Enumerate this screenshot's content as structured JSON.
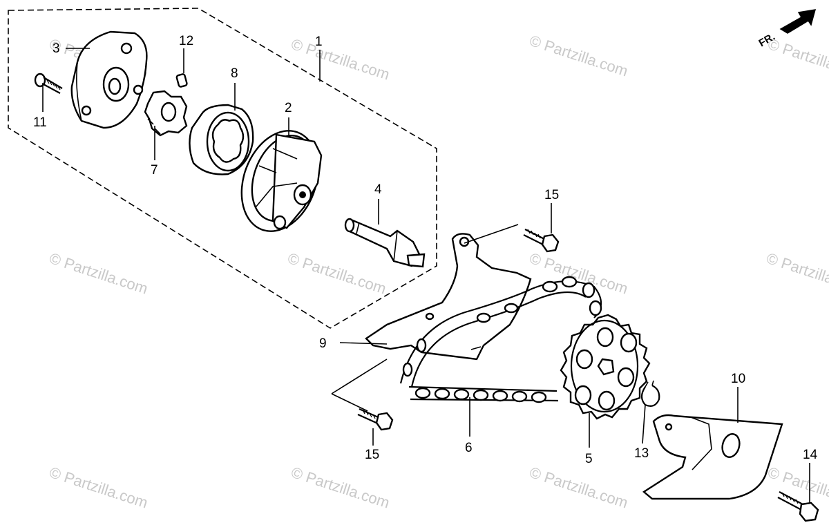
{
  "watermarks": [
    "© Partzilla.com",
    "© Partzilla.com",
    "© Partzilla.com",
    "© Partzilla.com",
    "© Partzilla.com",
    "© Partzilla.com",
    "© Partzilla.com",
    "© Partzilla.com",
    "© Partzilla.com",
    "© Partzilla.com",
    "© Partzilla.com",
    "© Partzilla.com"
  ],
  "direction_indicator": {
    "label": "FR.",
    "icon": "front-direction-arrow-icon"
  },
  "callouts": {
    "c1": "1",
    "c2": "2",
    "c3": "3",
    "c4": "4",
    "c5": "5",
    "c6": "6",
    "c7": "7",
    "c8": "8",
    "c9": "9",
    "c10": "10",
    "c11": "11",
    "c12": "12",
    "c13": "13",
    "c14": "14",
    "c15a": "15",
    "c15b": "15"
  }
}
